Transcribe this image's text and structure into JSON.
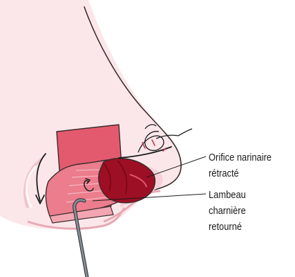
{
  "labels": {
    "orifice": [
      "Orifice narinaire",
      "rétracté"
    ],
    "lambeau": [
      "Lambeau",
      "charnière",
      "retourné"
    ]
  },
  "colors": {
    "skin": "#fbe7ea",
    "skin_edge": "#f3c6cd",
    "flap_face": "#e35a6e",
    "flap_top": "#d9485f",
    "nostril": "#9d0f24",
    "nostril_dark": "#6e0716",
    "instrument": "#7f8f98",
    "outline": "#3a2a2a"
  },
  "icons": [
    "rotation-arrow-icon",
    "suture-knot-icon",
    "hook-instrument-icon"
  ]
}
